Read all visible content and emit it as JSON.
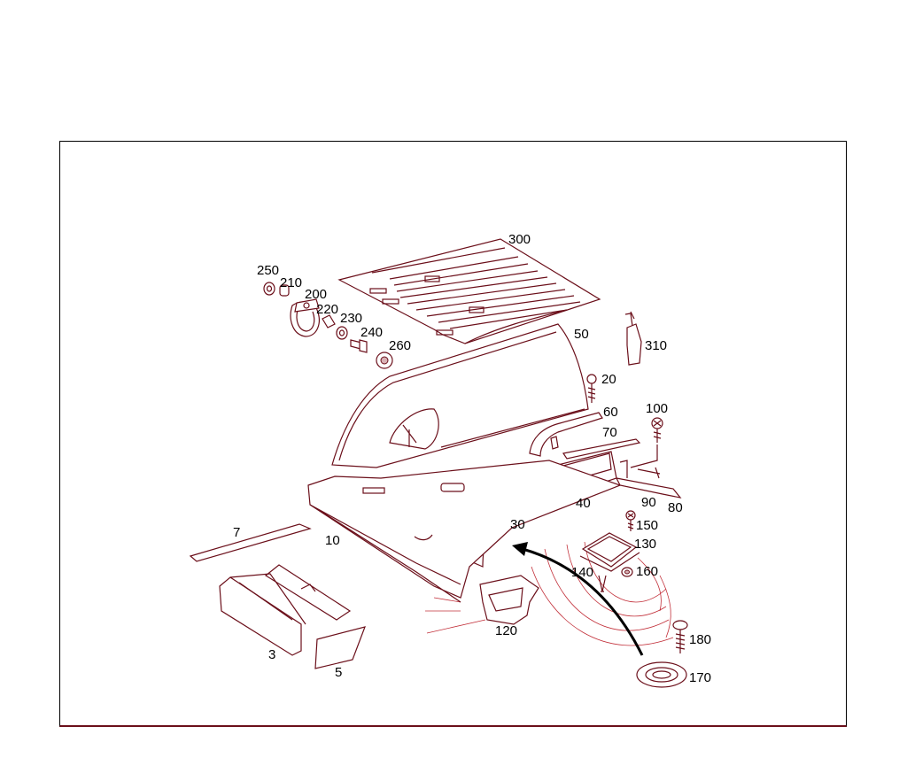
{
  "diagram": {
    "colors": {
      "line": "#6b0f1a",
      "light_line": "#c2303a",
      "label": "#000000",
      "frame": "#000000"
    },
    "callouts": {
      "c300": "300",
      "c250": "250",
      "c210": "210",
      "c200": "200",
      "c220": "220",
      "c230": "230",
      "c240": "240",
      "c260": "260",
      "c50": "50",
      "c310": "310",
      "c20": "20",
      "c60": "60",
      "c70": "70",
      "c100": "100",
      "c90": "90",
      "c80": "80",
      "c40": "40",
      "c30": "30",
      "c150": "150",
      "c130": "130",
      "c140": "140",
      "c160": "160",
      "c10": "10",
      "c7": "7",
      "c3": "3",
      "c5": "5",
      "c120": "120",
      "c180": "180",
      "c170": "170"
    }
  }
}
